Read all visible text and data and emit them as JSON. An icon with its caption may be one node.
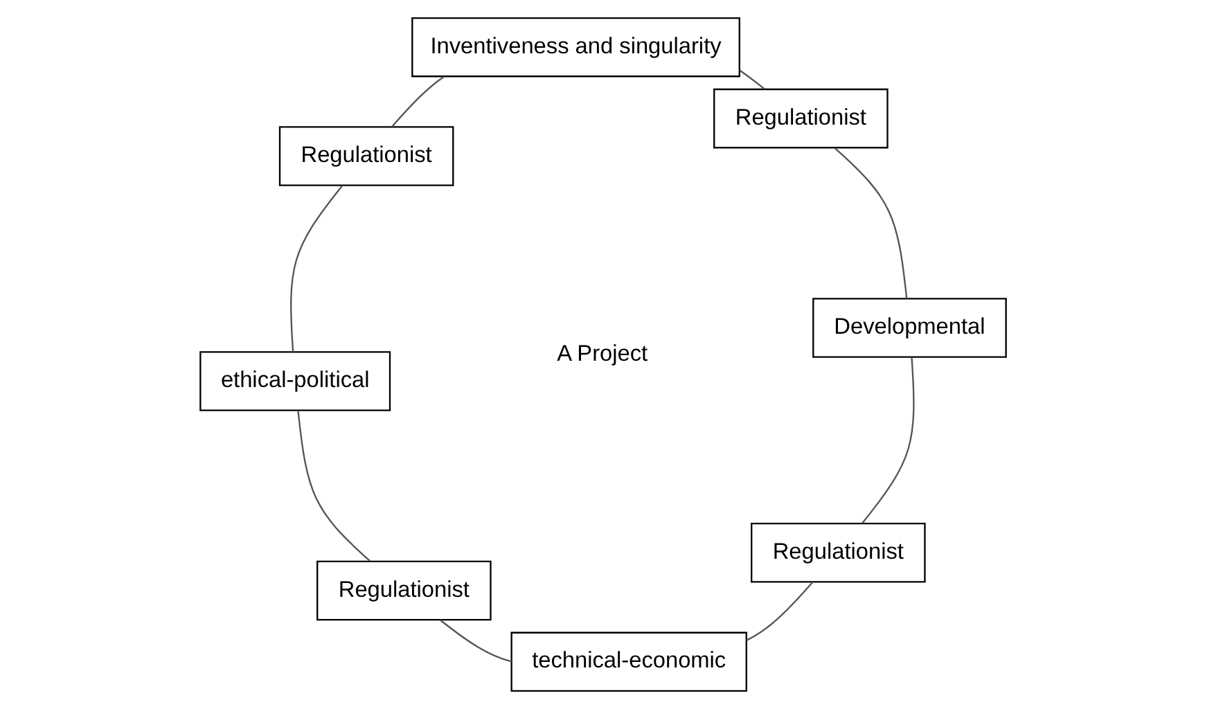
{
  "diagram": {
    "nodes": [
      {
        "text": [
          "ethical-political"
        ]
      },
      {
        "text": [
          "Regulationist"
        ]
      },
      {
        "text": [
          "Regulationist"
        ]
      },
      {
        "text": [
          "Inventiveness and singularity"
        ]
      },
      {
        "text": [
          "technical-economic"
        ]
      },
      {
        "text": [
          "Regulationist"
        ]
      },
      {
        "text": [
          "Regulationist"
        ]
      },
      {
        "text": [
          "Developmental"
        ]
      }
    ],
    "edges": [
      {
        "from": 0,
        "to": 2,
        "arrow": "none"
      },
      {
        "from": 2,
        "to": 4,
        "arrow": "none"
      },
      {
        "from": 4,
        "to": 6,
        "arrow": "none"
      },
      {
        "from": 6,
        "to": 7,
        "arrow": "none"
      },
      {
        "from": 7,
        "to": 5,
        "arrow": "none"
      },
      {
        "from": 5,
        "to": 3,
        "arrow": "none"
      },
      {
        "from": 3,
        "to": 1,
        "arrow": "none"
      },
      {
        "from": 1,
        "to": 0,
        "arrow": "none"
      }
    ],
    "labels": [
      "A Project"
    ]
  }
}
